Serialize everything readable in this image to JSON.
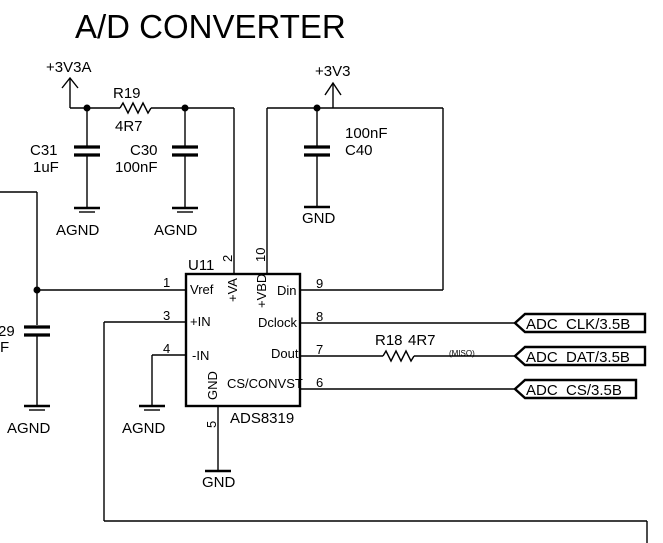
{
  "title": "A/D CONVERTER",
  "power": {
    "v3v3a": "+3V3A",
    "v3v3": "+3V3"
  },
  "components": {
    "r19": {
      "ref": "R19",
      "value": "4R7"
    },
    "r18": {
      "ref": "R18",
      "value": "4R7"
    },
    "c31": {
      "ref": "C31",
      "value": "1uF"
    },
    "c30": {
      "ref": "C30",
      "value": "100nF"
    },
    "c40": {
      "ref": "C40",
      "value": "100nF"
    },
    "c29": {
      "ref": "29",
      "value": "F"
    }
  },
  "grounds": {
    "agnd": "AGND",
    "gnd": "GND"
  },
  "ic": {
    "ref": "U11",
    "part": "ADS8319",
    "pins": [
      {
        "num": "1",
        "name": "Vref"
      },
      {
        "num": "2",
        "name": "+VA"
      },
      {
        "num": "3",
        "name": "+IN"
      },
      {
        "num": "4",
        "name": "-IN"
      },
      {
        "num": "5",
        "name": "GND"
      },
      {
        "num": "6",
        "name": "CS/CONVST"
      },
      {
        "num": "7",
        "name": "Dout"
      },
      {
        "num": "8",
        "name": "Dclock"
      },
      {
        "num": "9",
        "name": "Din"
      },
      {
        "num": "10",
        "name": "+VBD"
      }
    ]
  },
  "nets": {
    "miso": "(MISO)",
    "adc_clk": "ADC_CLK/3.5B",
    "adc_dat": "ADC_DAT/3.5B",
    "adc_cs": "ADC_CS/3.5B"
  }
}
